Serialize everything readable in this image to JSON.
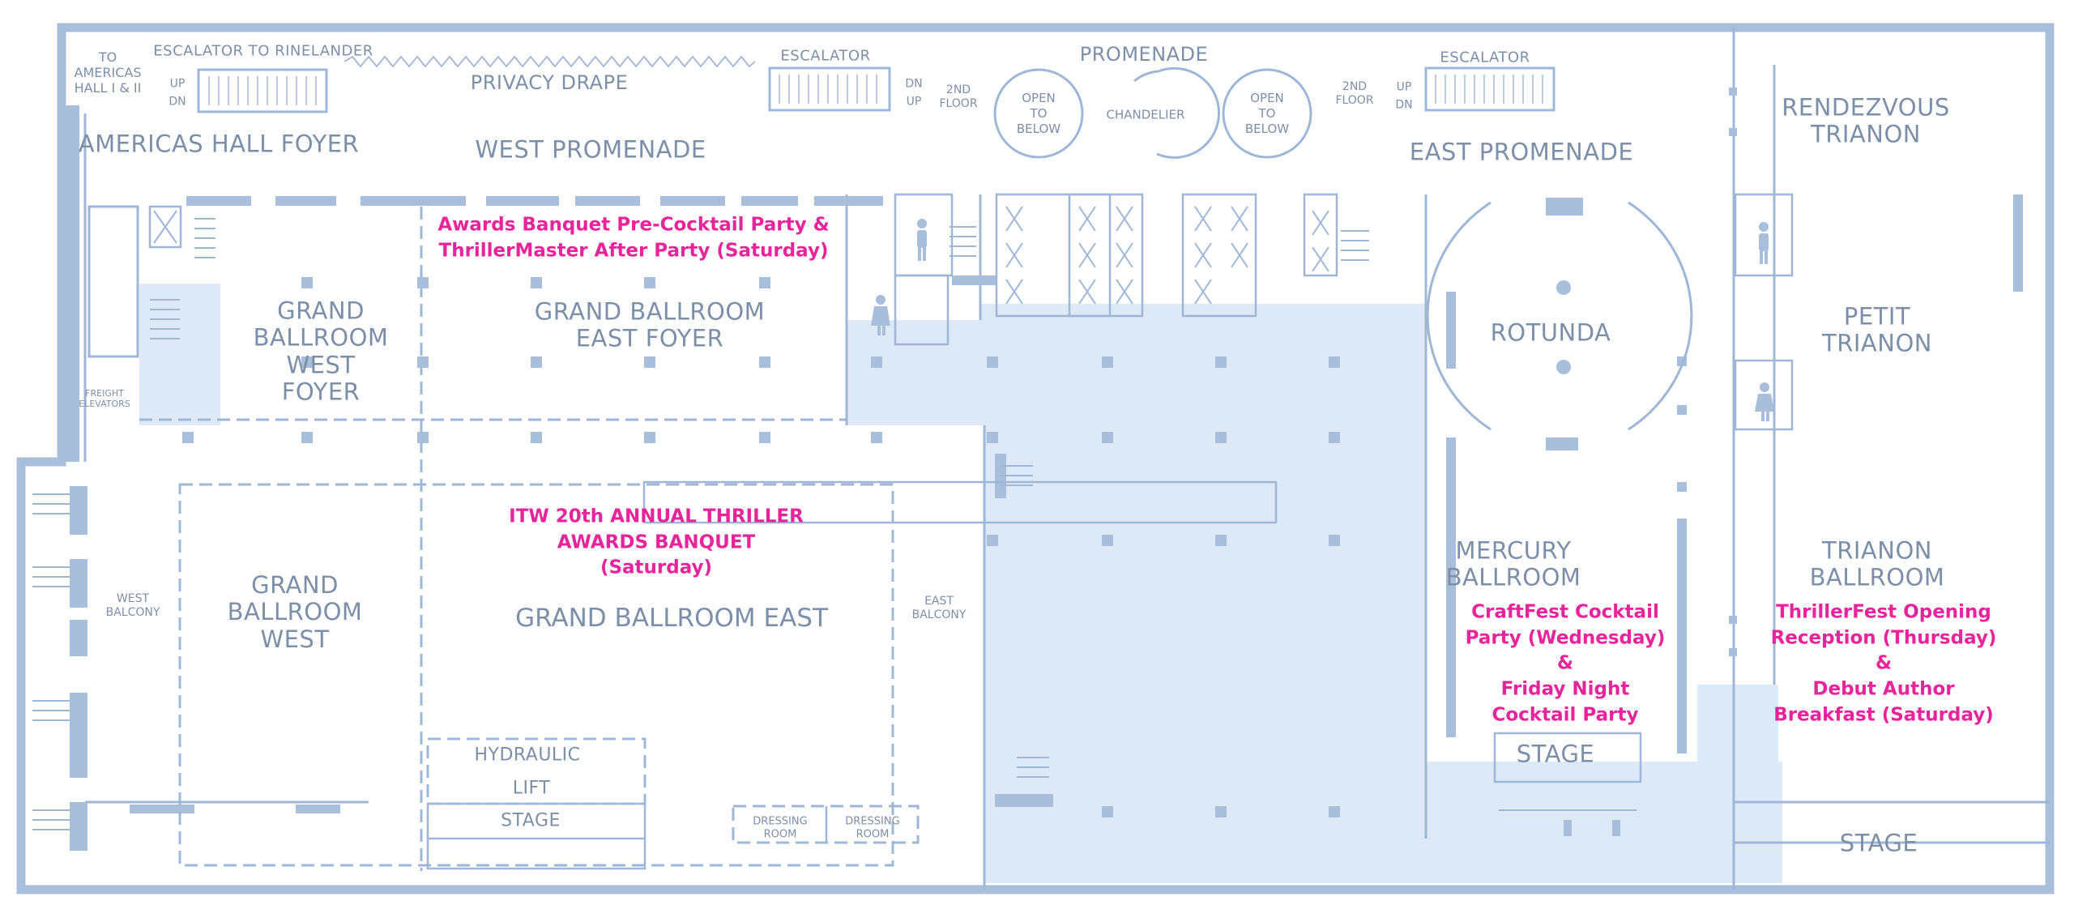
{
  "labels": {
    "to_americas": "TO\nAMERICAS\nHALL I & II",
    "escalator_rinelander": "ESCALATOR TO RINELANDER",
    "up1": "UP",
    "dn1": "DN",
    "privacy_drape": "PRIVACY DRAPE",
    "escalator_west": "ESCALATOR",
    "dn_w": "DN",
    "up_w": "UP",
    "second_floor_w": "2ND\nFLOOR",
    "promenade": "PROMENADE",
    "open_below_1": "OPEN\nTO\nBELOW",
    "chandelier": "CHANDELIER",
    "open_below_2": "OPEN\nTO\nBELOW",
    "second_floor_e": "2ND\nFLOOR",
    "up_e": "UP",
    "dn_e": "DN",
    "escalator_east": "ESCALATOR",
    "rendezvous_trianon": "RENDEZVOUS\nTRIANON",
    "americas_hall_foyer": "AMERICAS HALL FOYER",
    "west_promenade": "WEST PROMENADE",
    "east_promenade": "EAST PROMENADE",
    "grand_ballroom_west_foyer": "GRAND\nBALLROOM\nWEST\nFOYER",
    "grand_ballroom_east_foyer": "GRAND BALLROOM\nEAST FOYER",
    "rotunda": "ROTUNDA",
    "petit_trianon": "PETIT\nTRIANON",
    "freight_elevators": "FREIGHT\nELEVATORS",
    "west_balcony": "WEST\nBALCONY",
    "grand_ballroom_west": "GRAND\nBALLROOM\nWEST",
    "grand_ballroom_east": "GRAND BALLROOM EAST",
    "east_balcony": "EAST\nBALCONY",
    "mercury_ballroom": "MERCURY\nBALLROOM",
    "trianon_ballroom": "TRIANON\nBALLROOM",
    "hydraulic": "HYDRAULIC",
    "lift": "LIFT",
    "stage_main": "STAGE",
    "dressing_room_1": "DRESSING\nROOM",
    "dressing_room_2": "DRESSING\nROOM",
    "stage_mercury": "STAGE",
    "stage_trianon": "STAGE"
  },
  "events": {
    "pre_cocktail": "Awards Banquet Pre-Cocktail Party &\nThrillerMaster After Party (Saturday)",
    "awards_banquet": "ITW 20th ANNUAL THRILLER\nAWARDS BANQUET\n(Saturday)",
    "craftfest": "CraftFest Cocktail\nParty (Wednesday)\n&\nFriday Night\nCocktail Party",
    "thrillerfest": "ThrillerFest Opening\nReception (Thursday)\n&\nDebut Author\nBreakfast (Saturday)"
  },
  "colors": {
    "wall": "#a9bedb",
    "line": "#9fb6d6",
    "fill": "#dde9f7",
    "text": "#7d8fa8",
    "event": "#e8249a"
  }
}
